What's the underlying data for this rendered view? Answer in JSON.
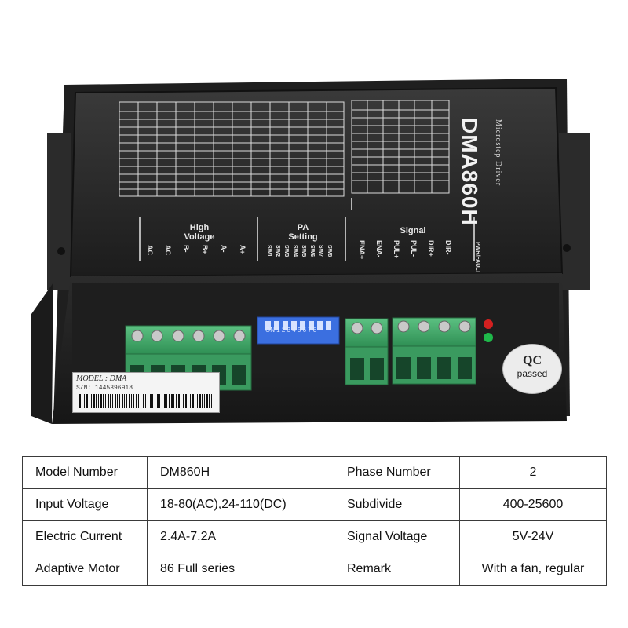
{
  "product": {
    "brand": "DMA860H",
    "subtitle": "Microstep Driver",
    "groups": {
      "high_voltage": [
        "High",
        "Voltage"
      ],
      "pa_setting": [
        "PA",
        "Setting"
      ],
      "signal": "Signal"
    },
    "pins_high_voltage": [
      "AC",
      "AC",
      "B-",
      "B+",
      "A-",
      "A+"
    ],
    "pins_pa": [
      "SW1",
      "SW2",
      "SW3",
      "SW4",
      "SW5",
      "SW6",
      "SW7",
      "SW8"
    ],
    "pins_signal": [
      "ENA+",
      "ENA-",
      "PUL+",
      "PUL-",
      "DIR+",
      "DIR-"
    ],
    "pwr_fault": "PWR/FAULT",
    "dip_numbers": "ON 1 2 3 4 5 6 7 8",
    "qc_title": "QC",
    "qc_sub": "passed",
    "model_label": "MODEL : DMA",
    "serial_label": "S/N: 1445396918"
  },
  "spec_table": {
    "rows": [
      {
        "label1": "Model Number",
        "value1": "DM860H",
        "label2": "Phase Number",
        "value2": "2"
      },
      {
        "label1": "Input Voltage",
        "value1": "18-80(AC),24-110(DC)",
        "label2": "Subdivide",
        "value2": "400-25600"
      },
      {
        "label1": "Electric Current",
        "value1": "2.4A-7.2A",
        "label2": "Signal Voltage",
        "value2": "5V-24V"
      },
      {
        "label1": "Adaptive Motor",
        "value1": "86 Full series",
        "label2": "Remark",
        "value2": "With a fan, regular"
      }
    ]
  },
  "colors": {
    "housing": "#2a2a2a",
    "panel": "#262626",
    "terminal_green": "#43a86a",
    "dip_blue": "#3b6fe0",
    "led_red": "#d42020",
    "led_green": "#1fb84a"
  }
}
